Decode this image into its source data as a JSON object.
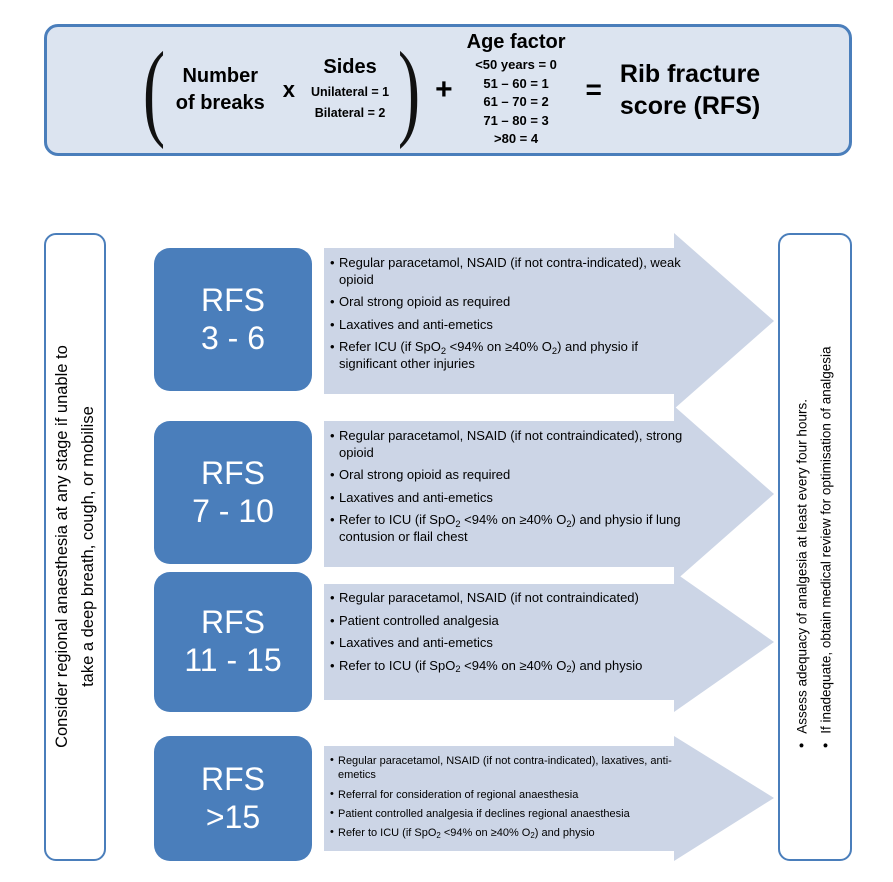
{
  "formula": {
    "paren_open": "(",
    "paren_close": ")",
    "breaks_line1": "Number",
    "breaks_line2": "of breaks",
    "multiply": "x",
    "sides_title": "Sides",
    "sides_unilateral": "Unilateral = 1",
    "sides_bilateral": "Bilateral = 2",
    "plus": "+",
    "age_title": "Age factor",
    "age_rows": [
      "<50 years = 0",
      "51 – 60 = 1",
      "61 – 70 = 2",
      "71 – 80 = 3",
      ">80 = 4"
    ],
    "equals": "=",
    "result_line1": "Rib fracture",
    "result_line2": "score (RFS)"
  },
  "left_panel": {
    "line1": "Consider regional anaesthesia at any stage if unable to",
    "line2": "take a deep breath, cough, or mobilise"
  },
  "right_panel": {
    "bullet": "•",
    "line1": "Assess adequacy of analgesia at least every four hours.",
    "line2": "If inadequate, obtain medical review for optimisation of analgesia"
  },
  "rows": [
    {
      "rfs_label": "RFS",
      "rfs_range": "3 - 6",
      "bullets": [
        "Regular paracetamol, NSAID (if not contra-indicated), weak opioid",
        "Oral strong opioid as required",
        "Laxatives and anti-emetics",
        "Refer ICU (if SpO₂ <94% on ≥40% O₂) and physio if significant other injuries"
      ]
    },
    {
      "rfs_label": "RFS",
      "rfs_range": "7 - 10",
      "bullets": [
        "Regular paracetamol, NSAID (if not contraindicated), strong opioid",
        "Oral strong opioid as required",
        "Laxatives and anti-emetics",
        "Refer to ICU (if SpO₂ <94% on ≥40% O₂) and physio if lung contusion or flail chest"
      ]
    },
    {
      "rfs_label": "RFS",
      "rfs_range": "11 - 15",
      "bullets": [
        "Regular paracetamol, NSAID (if not contraindicated)",
        "Patient controlled analgesia",
        "Laxatives and anti-emetics",
        "Refer to ICU (if SpO₂ <94% on ≥40% O₂) and physio"
      ]
    },
    {
      "rfs_label": "RFS",
      "rfs_range": ">15",
      "bullets": [
        "Regular paracetamol, NSAID (if not contra-indicated), laxatives, anti-emetics",
        "Referral for consideration of regional anaesthesia",
        "Patient controlled analgesia if declines regional anaesthesia",
        "Refer to ICU (if SpO₂ <94% on ≥40% O₂) and physio"
      ]
    }
  ],
  "bullet_glyph": "•",
  "colors": {
    "accent_blue": "#4a7ebb",
    "header_fill": "#dce4f0",
    "arrow_fill": "#ccd5e6"
  }
}
